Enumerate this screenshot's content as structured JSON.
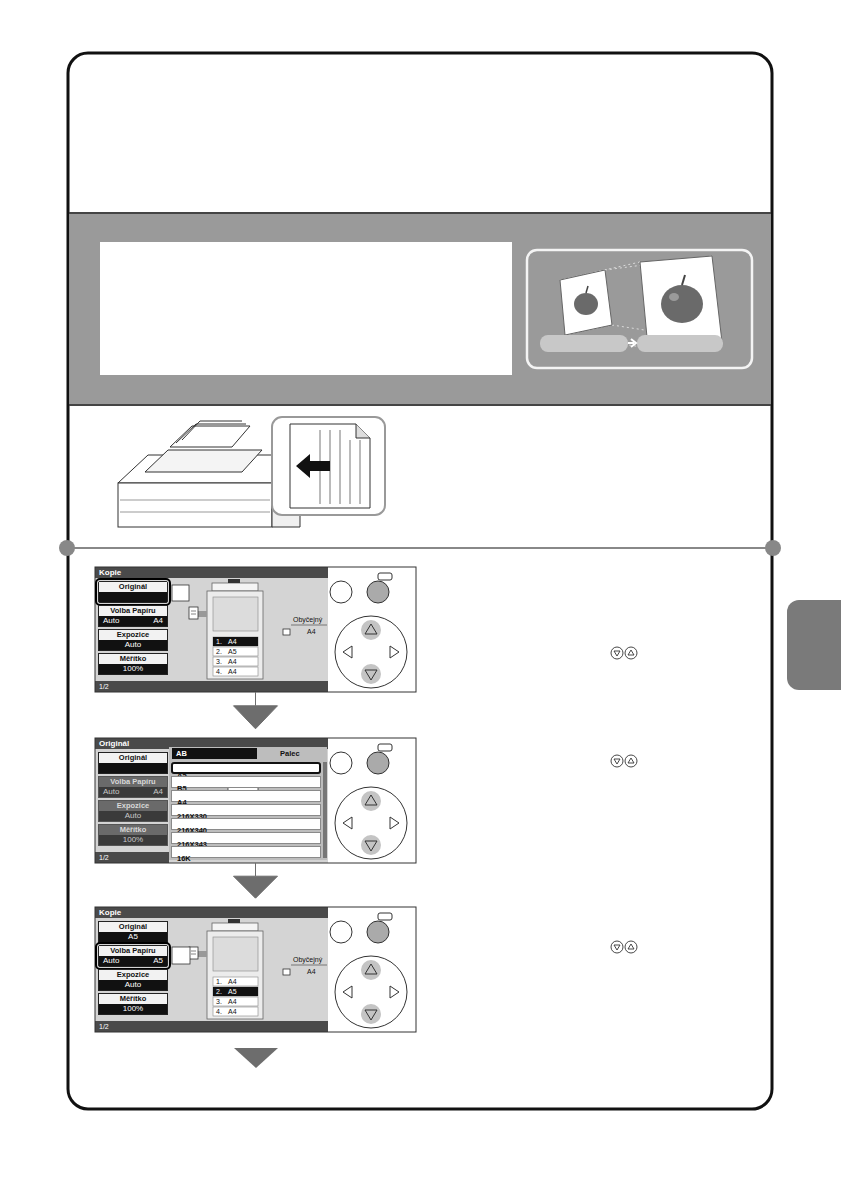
{
  "diagram": {
    "nodes": [
      {
        "text": [
          "Kopie",
          "1/2"
        ]
      },
      {
        "text": [
          "Originál"
        ],
        "in": 0
      },
      {
        "text": [
          "Volba Papíru",
          "Auto",
          "A4"
        ],
        "in": 0
      },
      {
        "text": [
          "Expozice",
          "Auto"
        ],
        "in": 0
      },
      {
        "text": [
          "Měřítko",
          "100%"
        ],
        "in": 0
      },
      {
        "text": [
          "Originál",
          "1/2"
        ]
      },
      {
        "text": [
          "Originál"
        ],
        "in": 5
      },
      {
        "text": [
          "Volba Papíru",
          "Auto",
          "A4"
        ],
        "in": 5
      },
      {
        "text": [
          "Expozice",
          "Auto"
        ],
        "in": 5
      },
      {
        "text": [
          "Měřítko",
          "100%"
        ],
        "in": 5
      },
      {
        "text": [
          "A5"
        ],
        "in": 5
      },
      {
        "text": [
          "B5"
        ],
        "in": 5
      },
      {
        "text": [
          "A4"
        ],
        "in": 5
      },
      {
        "text": [
          "216X330"
        ],
        "in": 5
      },
      {
        "text": [
          "216X340"
        ],
        "in": 5
      },
      {
        "text": [
          "216X343"
        ],
        "in": 5
      },
      {
        "text": [
          "16K"
        ],
        "in": 5
      },
      {
        "text": [
          "Kopie",
          "1/2"
        ]
      },
      {
        "text": [
          "Originál",
          "A5"
        ],
        "in": 17
      },
      {
        "text": [
          "Volba Papíru",
          "Auto",
          "A5"
        ],
        "in": 17
      },
      {
        "text": [
          "Expozice",
          "Auto"
        ],
        "in": 17
      },
      {
        "text": [
          "Měřítko",
          "100%"
        ],
        "in": 17
      }
    ],
    "edges": [
      {
        "from": 0,
        "to": 5,
        "arrow": "to"
      },
      {
        "from": 5,
        "to": 17,
        "arrow": "to"
      }
    ],
    "labels": [
      "1.",
      "A4",
      "2.",
      "A5",
      "3.",
      "A4",
      "4.",
      "A4",
      "Obyčejný",
      "A4",
      "AB",
      "Palec",
      "1.",
      "A4",
      "2.",
      "A5",
      "3.",
      "A4",
      "4.",
      "A4",
      "Obyčejný",
      "A4"
    ]
  }
}
